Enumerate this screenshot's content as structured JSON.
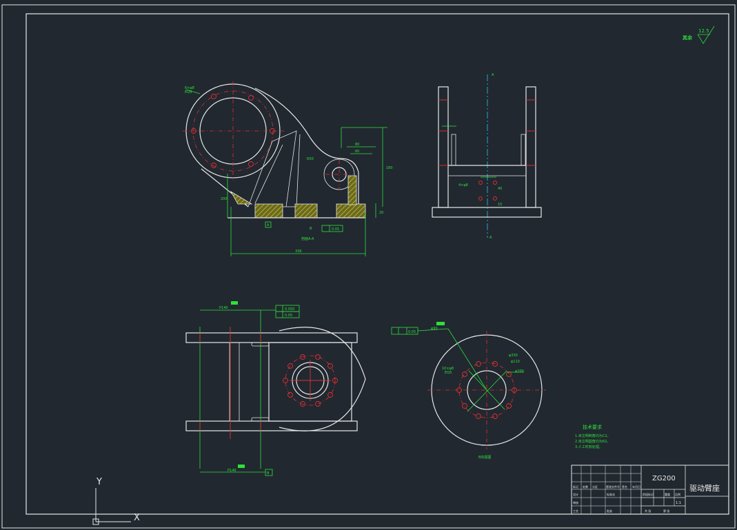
{
  "surface_finish": {
    "prefix": "其余",
    "value": "12.5"
  },
  "main_view": {
    "section_label": "剖面A-A",
    "dims": {
      "hole_spec": "6×φ8",
      "hole_spec_sub": "EQS",
      "overall_width": "336",
      "d1": "80",
      "d2": "60",
      "height": "200",
      "base_h": "20",
      "r": "R50",
      "h1": "180",
      "flatness": "0.05"
    },
    "datum_left": "A",
    "datum_right": "B"
  },
  "side_view": {
    "section_marker_top": "A",
    "section_marker_bottom": "A",
    "dims": {
      "bolt": "4×φ8",
      "v1": "40",
      "v2": "15"
    }
  },
  "top_view": {
    "dims": {
      "top": "P140",
      "bottom": "P140"
    },
    "tolerance_1": "0.050",
    "tolerance_2": "0.05",
    "datum": "B"
  },
  "b_view": {
    "label": "B向视图",
    "dims": {
      "holes": "10×φ8",
      "holes_sub": "EQS",
      "pcd1": "φ330",
      "pcd2": "φ110",
      "pcd3": "φ200",
      "top_dim": "φ90"
    },
    "tolerance": "0.05"
  },
  "tech_req": {
    "title": "技术要求",
    "lines": [
      "1.未注明倒角均为C2。",
      "2.未注明圆角均为R2。",
      "3.人工时效处理。"
    ]
  },
  "title_block": {
    "drawing_no": "ZG200",
    "part_name": "驱动臂座",
    "scale": "1:1",
    "labels": [
      "标记",
      "处数",
      "分区",
      "更改文件号",
      "签名",
      "年月日",
      "设计",
      "标准化",
      "阶段标记",
      "重量",
      "比例",
      "审核",
      "工艺",
      "批准",
      "共 张",
      "第 张"
    ]
  },
  "ucs": {
    "y": "Y",
    "x": "X"
  }
}
